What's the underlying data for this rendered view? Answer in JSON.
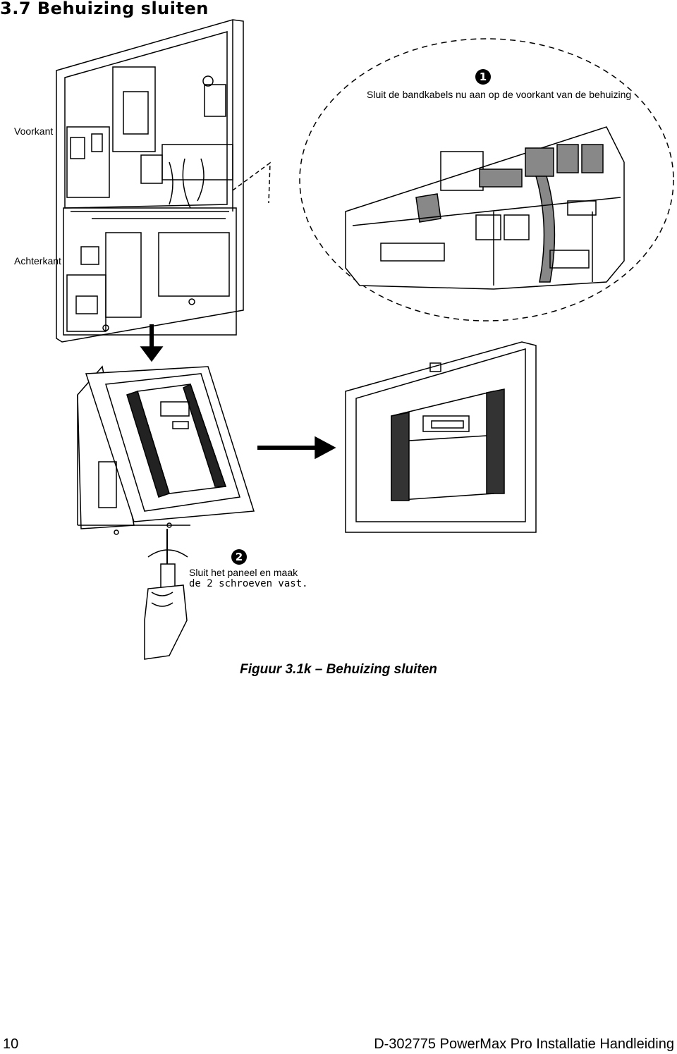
{
  "page": {
    "section_heading": "3.7 Behuizing sluiten",
    "page_number": "10",
    "document_title": "D-302775 PowerMax Pro Installatie Handleiding"
  },
  "figure": {
    "caption": "Figuur 3.1k – Behuizing sluiten",
    "label_front": "Voorkant",
    "label_back": "Achterkant",
    "step1": {
      "number": "1",
      "text": "Sluit de bandkabels nu aan op de voorkant van de behuizing"
    },
    "step2": {
      "number": "2",
      "line1": "Sluit het paneel en maak",
      "line2": "de 2 schroeven vast."
    }
  }
}
